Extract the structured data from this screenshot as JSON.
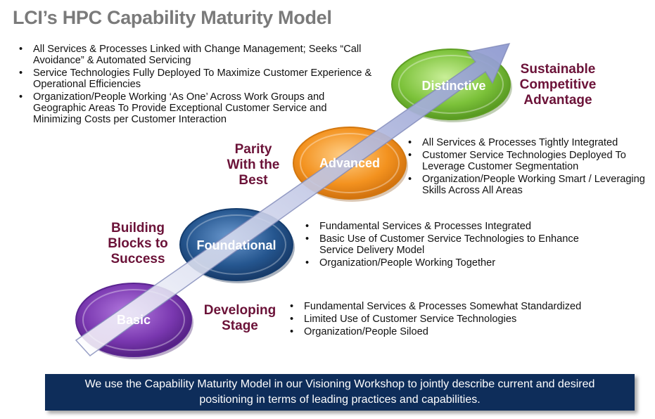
{
  "title": "LCI’s HPC Capability Maturity Model",
  "stages": {
    "basic": "Basic",
    "foundational": "Foundational",
    "advanced": "Advanced",
    "distinctive": "Distinctive"
  },
  "labels": {
    "sustainable": [
      "Sustainable",
      "Competitive",
      "Advantage"
    ],
    "parity": [
      "Parity",
      "With the",
      "Best"
    ],
    "building": [
      "Building",
      "Blocks to",
      "Success"
    ],
    "developing": [
      "Developing",
      "Stage"
    ]
  },
  "bullets": {
    "distinctive": [
      "All Services & Processes Linked with Change Management; Seeks “Call Avoidance” & Automated Servicing",
      "Service Technologies Fully Deployed To Maximize Customer Experience & Operational Efficiencies",
      "Organization/People Working ‘As One’ Across Work Groups and Geographic Areas To Provide Exceptional Customer Service and Minimizing Costs per Customer Interaction"
    ],
    "advanced": [
      "All Services & Processes Tightly Integrated",
      "Customer Service Technologies Deployed To Leverage Customer Segmentation",
      "Organization/People Working Smart / Leveraging Skills Across All Areas"
    ],
    "foundational": [
      "Fundamental Services & Processes Integrated",
      "Basic Use of Customer Service Technologies to Enhance Service Delivery Model",
      "Organization/People Working Together"
    ],
    "basic": [
      "Fundamental Services & Processes Somewhat Standardized",
      "Limited Use of Customer Service Technologies",
      "Organization/People Siloed"
    ]
  },
  "banner": "We use the Capability Maturity Model in our Visioning Workshop to jointly describe current and desired positioning in terms of leading practices and capabilities.",
  "colors": {
    "basic": "#6a2c9c",
    "foundational": "#1f4e86",
    "advanced": "#f08a1e",
    "distinctive": "#72b82e",
    "arrow": "#aab4d8",
    "label": "#6b1238",
    "banner_bg": "#0e2d5a",
    "title": "#7a7a7a"
  }
}
